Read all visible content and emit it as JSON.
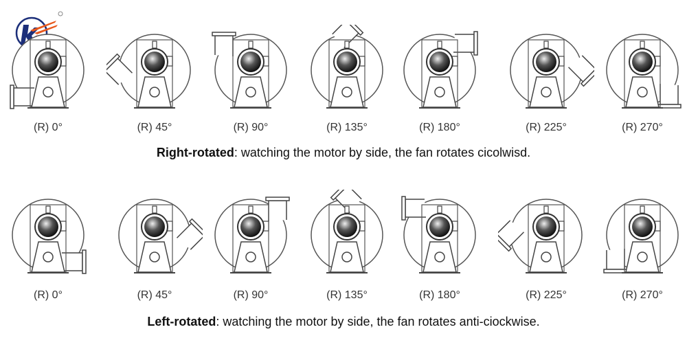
{
  "logo": {
    "mark": "registered",
    "colors": [
      "#1c2f7a",
      "#e8581c",
      "#d62020"
    ]
  },
  "right_rotated": {
    "caption_bold": "Right-rotated",
    "caption_rest": ": watching the motor by side, the fan rotates cicolwisd.",
    "direction": "R",
    "items": [
      {
        "label": "(R) 0°",
        "angle": 0
      },
      {
        "label": "(R) 45°",
        "angle": 45
      },
      {
        "label": "(R) 90°",
        "angle": 90
      },
      {
        "label": "(R) 135°",
        "angle": 135
      },
      {
        "label": "(R) 180°",
        "angle": 180
      },
      {
        "label": "(R) 225°",
        "angle": 225
      },
      {
        "label": "(R) 270°",
        "angle": 270
      }
    ]
  },
  "left_rotated": {
    "caption_bold": "Left-rotated",
    "caption_rest": ": watching the motor by side, the fan rotates anti-ciockwise.",
    "direction": "L",
    "items": [
      {
        "label": "(R) 0°",
        "angle": 0
      },
      {
        "label": "(R) 45°",
        "angle": 45
      },
      {
        "label": "(R) 90°",
        "angle": 90
      },
      {
        "label": "(R) 135°",
        "angle": 135
      },
      {
        "label": "(R) 180°",
        "angle": 180
      },
      {
        "label": "(R) 225°",
        "angle": 225
      },
      {
        "label": "(R) 270°",
        "angle": 270
      }
    ]
  }
}
